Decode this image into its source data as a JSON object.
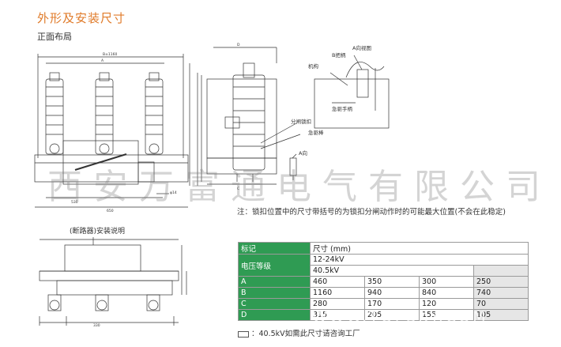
{
  "header": {
    "title": "外形及安装尺寸",
    "subtitle": "正面布局"
  },
  "drawing_labels": {
    "view_a": "A向视图",
    "b_handle": "B把柄",
    "mechanism": "机构",
    "emergency_handle": "急驱手柄",
    "open_lock_button": "分闸锁扣",
    "emergency_rod": "急驱棒",
    "direction_a": "A向",
    "install_note": "(断路器)安装说明"
  },
  "note": "注：锁扣位置中的尺寸带括号的为锁扣分闸动作时的可能最大位置(不会在此稳定)",
  "table": {
    "header_mark": "标记",
    "header_size": "尺寸 (mm)",
    "voltage_label": "电压等级",
    "voltage_rows": [
      "12-24kV",
      "40.5kV"
    ],
    "rows": [
      {
        "mark": "A",
        "values": [
          "460",
          "350",
          "300",
          "250"
        ]
      },
      {
        "mark": "B",
        "values": [
          "1160",
          "940",
          "840",
          "740"
        ]
      },
      {
        "mark": "C",
        "values": [
          "280",
          "170",
          "120",
          "70"
        ]
      },
      {
        "mark": "D",
        "values": [
          "315",
          "205",
          "155",
          "105"
        ]
      }
    ]
  },
  "footnote": "：40.5kV如需此尺寸请咨询工厂",
  "watermark": "西安万富通电气有限公司",
  "web_watermark": "WWW.TOPSKY.COM"
}
